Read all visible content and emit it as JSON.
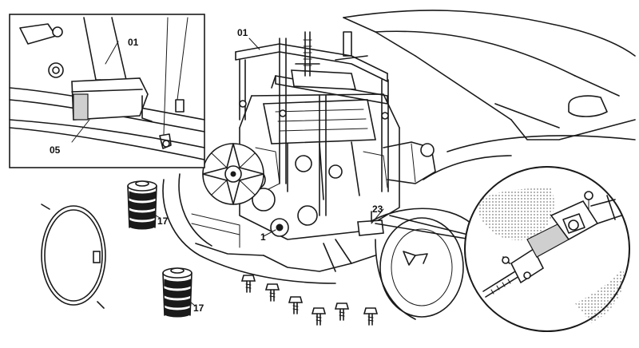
{
  "labels": {
    "inset_part_01": "01",
    "inset_part_05": "05",
    "frame_01": "01",
    "mount_17_upper": "17",
    "mount_17_lower": "17",
    "part_23": "23",
    "part_1": "1"
  }
}
